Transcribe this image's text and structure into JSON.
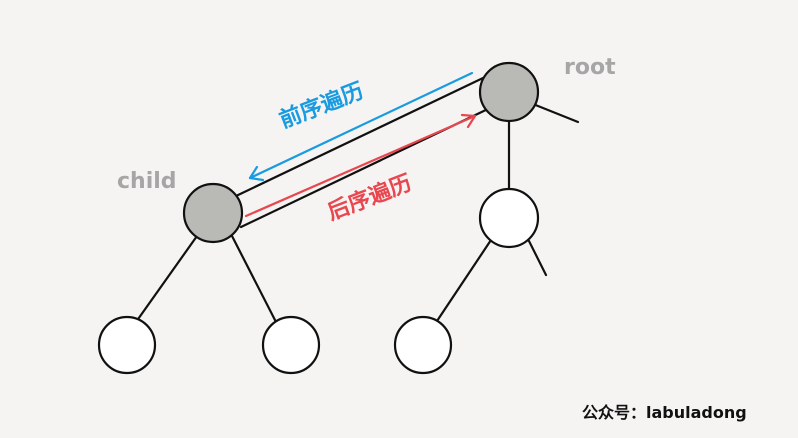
{
  "labels": {
    "root": "root",
    "child": "child",
    "preorder": "前序遍历",
    "postorder": "后序遍历",
    "watermark": "公众号：labuladong"
  },
  "colors": {
    "background": "#f5f4f2",
    "node_filled": "#b9b9b6",
    "node_empty": "#ffffff",
    "stroke": "#111111",
    "node_label": "#a6a6a6",
    "preorder": "#1a9be0",
    "postorder": "#e8474f",
    "watermark": "#111111"
  }
}
